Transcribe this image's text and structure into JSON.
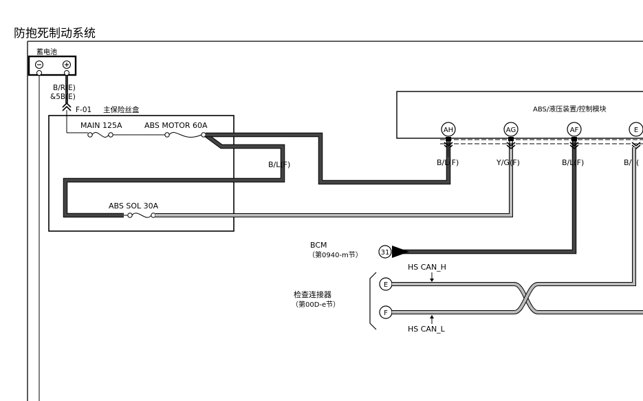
{
  "title": "防抱死制动系统",
  "battery": {
    "label": "蓄电池"
  },
  "battery_wire": {
    "line1": "B/R(E)",
    "line2": "&5B(E)"
  },
  "fuse_box": {
    "connector": "F-01",
    "name": "主保险丝盒",
    "fuses": {
      "main": "MAIN 125A",
      "abs_motor": "ABS MOTOR 60A",
      "abs_sol": "ABS SOL 30A"
    }
  },
  "loop_wire_label": "B/L(F)",
  "module": {
    "label": "ABS/液压装置/控制模块"
  },
  "pins": [
    {
      "id": "AH",
      "wire": "B/L(F)"
    },
    {
      "id": "AG",
      "wire": "Y/G(F)"
    },
    {
      "id": "AF",
      "wire": "B/L(F)"
    },
    {
      "id": "E",
      "wire": "B/Y("
    }
  ],
  "bcm": {
    "label": "BCM",
    "ref": "（第0940-m节）",
    "pin": "31"
  },
  "check_connector": {
    "label": "检查连接器",
    "ref": "（第00D-e节）",
    "pin_e": "E",
    "pin_f": "F",
    "can_h": "HS CAN_H",
    "can_l": "HS CAN_L"
  },
  "colors": {
    "wire_dark": "#333333",
    "wire_light": "#a8a8a8",
    "line": "#000000"
  }
}
